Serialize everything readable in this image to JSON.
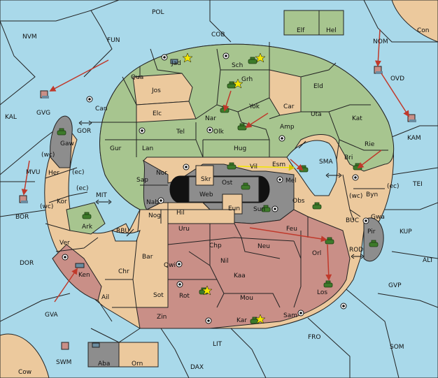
{
  "territories": {
    "POL": "POL",
    "NVM": "NVM",
    "FUN": "FUN",
    "COB": "COB",
    "Elf": "Elf",
    "Hel": "Hel",
    "NOM": "NOM",
    "Con": "Con",
    "Jad": "Jad",
    "Sch": "Sch",
    "Qua": "Qua",
    "Grh": "Grh",
    "OVD": "OVD",
    "Jos": "Jos",
    "Eld": "Eld",
    "GVG": "GVG",
    "Can": "Can",
    "Yok": "Yok",
    "Car": "Car",
    "KAL": "KAL",
    "Elc": "Elc",
    "Nar": "Nar",
    "Uta": "Uta",
    "Kat": "Kat",
    "KAM": "KAM",
    "GOR": "GOR",
    "Tel": "Tel",
    "Olk": "Olk",
    "Amp": "Amp",
    "Gaw": "Gaw",
    "Gur": "Gur",
    "Lan": "Lan",
    "Hug": "Hug",
    "Rie": "Rie",
    "Bri": "Bri",
    "wc1": "(wc)",
    "ec1": "(ec)",
    "SMA": "SMA",
    "MVU": "MVU",
    "Her": "Her",
    "Nor": "Nor",
    "Skr": "Skr",
    "Vil": "Vil",
    "Esm": "Esm",
    "Mel": "Mel",
    "Sap": "Sap",
    "Web": "Web",
    "Ost": "Ost",
    "TEI": "TEI",
    "Byn": "Byn",
    "ec2": "(ec)",
    "ec3": "(ec)",
    "Kor": "Kor",
    "MIT": "MIT",
    "BOR": "BOR",
    "Nab": "Nab",
    "Eun": "Eun",
    "Obs": "Obs",
    "wc2": "(wc)",
    "wc3": "(wc)",
    "Sun": "Sun",
    "Hil": "Hil",
    "Gwa": "Gwa",
    "Ark": "Ark",
    "KUP": "KUP",
    "Nog": "Nog",
    "BUC": "BUC",
    "Feu": "Feu",
    "Pir": "Pir",
    "RBU": "RBU",
    "Uru": "Uru",
    "Orl": "Orl",
    "Ver": "Ver",
    "Chp": "Chp",
    "Neu": "Neu",
    "ROD": "ROD",
    "DOR": "DOR",
    "Bar": "Bar",
    "Nil": "Nil",
    "ALT": "ALT",
    "Qwi": "Qwi",
    "Ken": "Ken",
    "Chr": "Chr",
    "Kaa": "Kaa",
    "GVP": "GVP",
    "Los": "Los",
    "Sot": "Sot",
    "Rot": "Rot",
    "Ail": "Ail",
    "Mou": "Mou",
    "GVA": "GVA",
    "Zin": "Zin",
    "Sam": "Sam",
    "Kar": "Kar",
    "FRO": "FRO",
    "LIT": "LIT",
    "SOM": "SOM",
    "SWM": "SWM",
    "Aba": "Aba",
    "Orn": "Orn",
    "Cow": "Cow",
    "DAX": "DAX"
  },
  "colors": {
    "sea": "#a9d9ea",
    "green": "#a7c58f",
    "tan": "#ecc99d",
    "red": "#c98f87",
    "gray": "#8d8d8d",
    "order": "#c0392b",
    "support": "#f2e600"
  }
}
